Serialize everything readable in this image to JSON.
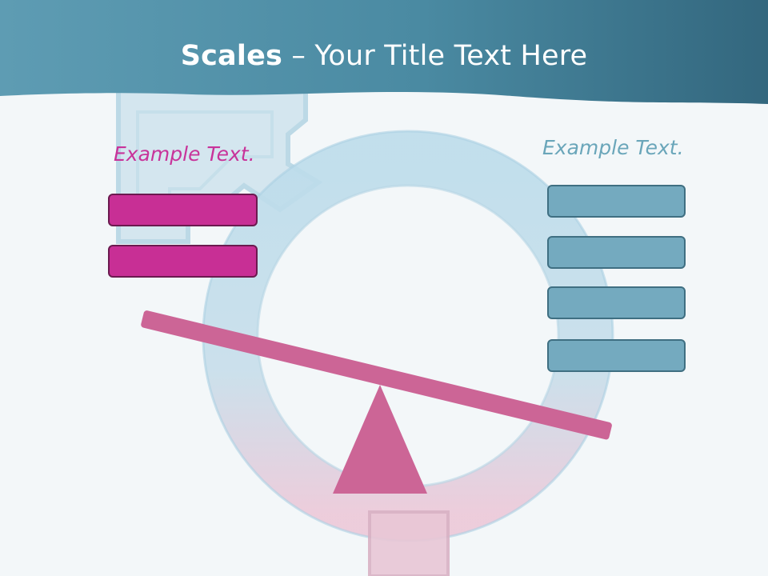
{
  "slide": {
    "title_bold": "Scales",
    "title_rest": " – Your Title Text Here",
    "left_label": "Example Text.",
    "right_label": "Example Text."
  },
  "colors": {
    "header": "#4a8ea6",
    "left_accent": "#c82f95",
    "right_accent": "#74aabf",
    "scale": "#cc6596"
  },
  "left_boxes": [
    {
      "text": ""
    },
    {
      "text": ""
    }
  ],
  "right_boxes": [
    {
      "text": ""
    },
    {
      "text": ""
    },
    {
      "text": ""
    },
    {
      "text": ""
    }
  ]
}
